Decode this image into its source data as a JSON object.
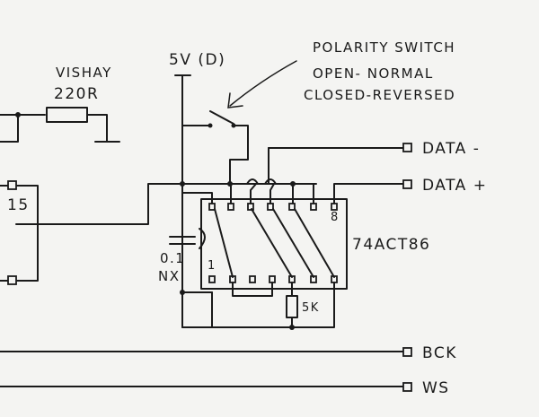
{
  "supply": {
    "label": "5V (D)"
  },
  "note": {
    "title": "POLARITY SWITCH",
    "line1": "OPEN- NORMAL",
    "line2": "CLOSED-REVERSED"
  },
  "resistor_top": {
    "brand": "VISHAY",
    "value": "220R"
  },
  "resistor_pulldown": {
    "value": "5K"
  },
  "capacitor": {
    "value": "0.1",
    "dielectric": "NX"
  },
  "ic": {
    "part": "74ACT86",
    "pin1": "1",
    "pin8": "8"
  },
  "left_device": {
    "pin": "15"
  },
  "connectors": {
    "data_minus": "DATA -",
    "data_plus": "DATA +",
    "bck": "BCK",
    "ws": "WS"
  },
  "colors": {
    "ink": "#1a1a1a",
    "paper": "#f4f4f2"
  }
}
